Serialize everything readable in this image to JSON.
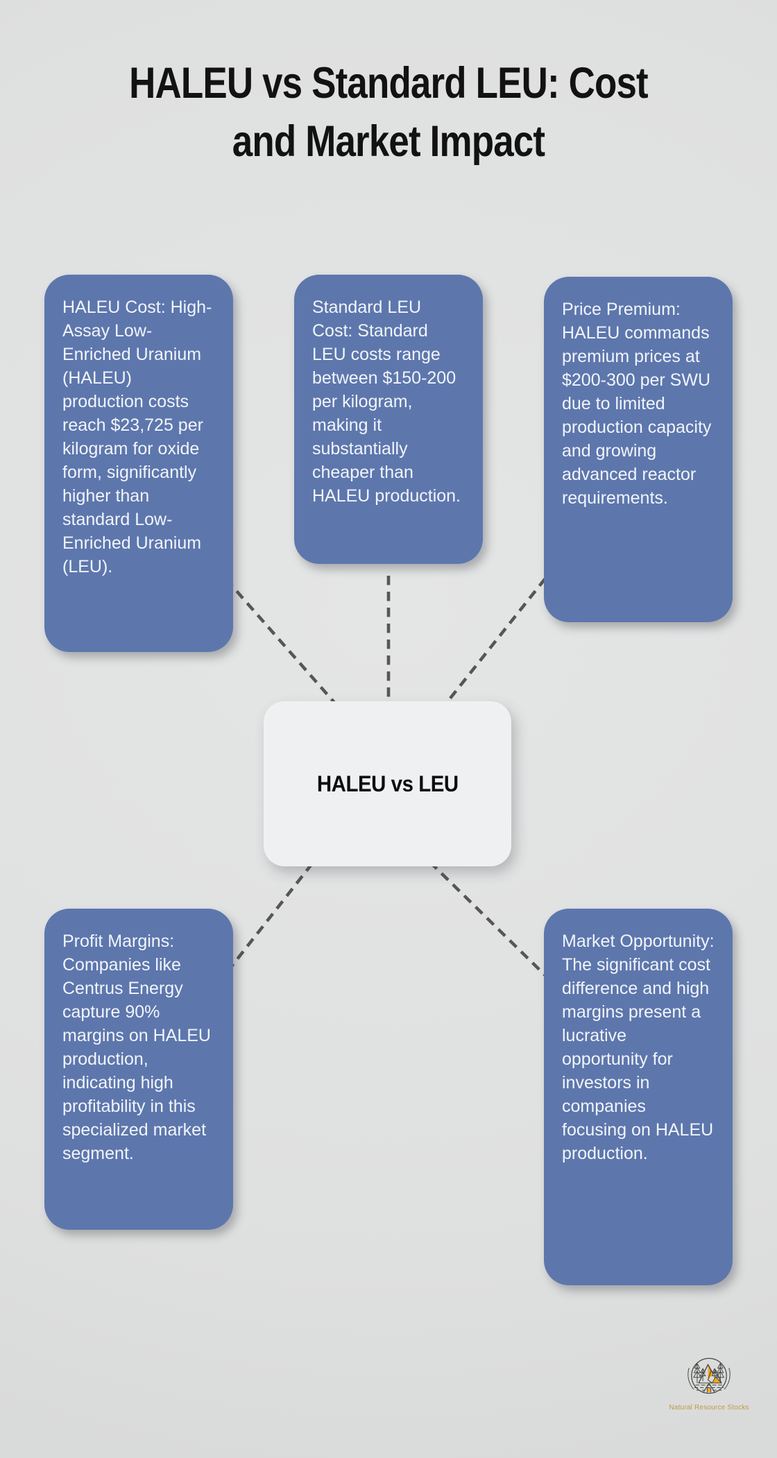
{
  "title": {
    "line1": "HALEU vs Standard LEU: Cost",
    "line2": "and Market Impact"
  },
  "center_node": {
    "label": "HALEU vs LEU"
  },
  "nodes": [
    {
      "id": "haleu-cost",
      "text": "HALEU Cost: High-Assay Low-Enriched Uranium (HALEU) production costs reach $23,725 per kilogram for oxide form, significantly higher than standard Low-Enriched Uranium (LEU)."
    },
    {
      "id": "standard-leu-cost",
      "text": "Standard LEU Cost: Standard LEU costs range between $150-200 per kilogram, making it substantially cheaper than HALEU production."
    },
    {
      "id": "price-premium",
      "text": "Price Premium: HALEU commands premium prices at $200-300 per SWU due to limited production capacity and growing advanced reactor requirements."
    },
    {
      "id": "profit-margins",
      "text": "Profit Margins: Companies like Centrus Energy capture 90% margins on HALEU production, indicating high profitability in this specialized market segment."
    },
    {
      "id": "market-opportunity",
      "text": "Market Opportunity: The significant cost difference and high margins present a lucrative opportunity for investors in companies focusing on HALEU production."
    }
  ],
  "branding": {
    "logo_text": "Natural Resource Stocks"
  },
  "colors": {
    "background": "#e0e1e1",
    "node_fill": "#5d77ad",
    "node_text": "#f2f4f9",
    "center_fill": "#eff0f2",
    "center_text": "#0d0d0d",
    "connector": "#565658",
    "title_text": "#121212",
    "logo_gold": "#f2a71b",
    "logo_stroke": "#454540",
    "logo_text_color": "#bd9b44"
  }
}
